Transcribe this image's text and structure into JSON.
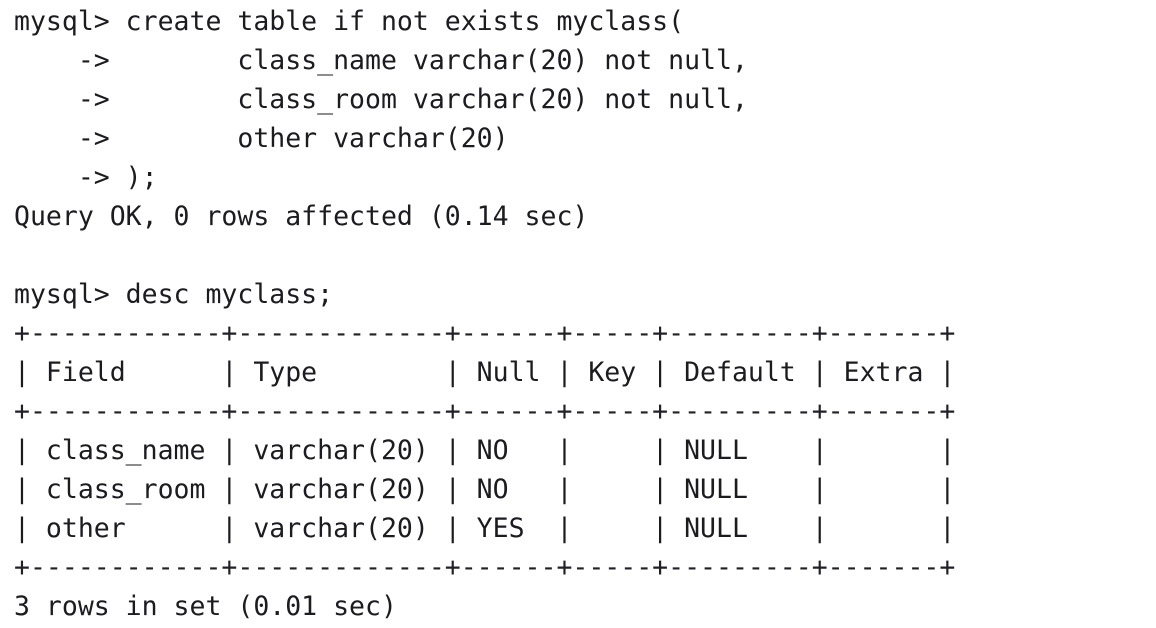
{
  "terminal": {
    "app": "mysql-client",
    "prompt": "mysql>",
    "background_color": "#ffffff",
    "text_color": "#1b1b20",
    "lines": [
      {
        "name": "command-create-table",
        "text": "mysql> create table if not exists myclass("
      },
      {
        "name": "continuation-class-name",
        "text": "    ->        class_name varchar(20) not null,"
      },
      {
        "name": "continuation-class-room",
        "text": "    ->        class_room varchar(20) not null,"
      },
      {
        "name": "continuation-other",
        "text": "    ->        other varchar(20)"
      },
      {
        "name": "continuation-close-paren",
        "text": "    -> );"
      },
      {
        "name": "result-query-ok",
        "text": "Query OK, 0 rows affected (0.14 sec)"
      },
      {
        "name": "blank-line",
        "text": ""
      },
      {
        "name": "command-desc-myclass",
        "text": "mysql> desc myclass;"
      },
      {
        "name": "table-rule-top",
        "text": "+------------+-------------+------+-----+---------+-------+"
      },
      {
        "name": "table-header-row",
        "text": "| Field      | Type        | Null | Key | Default | Extra |"
      },
      {
        "name": "table-rule-header",
        "text": "+------------+-------------+------+-----+---------+-------+"
      },
      {
        "name": "table-row-class-name",
        "text": "| class_name | varchar(20) | NO   |     | NULL    |       |"
      },
      {
        "name": "table-row-class-room",
        "text": "| class_room | varchar(20) | NO   |     | NULL    |       |"
      },
      {
        "name": "table-row-other",
        "text": "| other      | varchar(20) | YES  |     | NULL    |       |"
      },
      {
        "name": "table-rule-bottom",
        "text": "+------------+-------------+------+-----+---------+-------+"
      },
      {
        "name": "result-rows-in-set",
        "text": "3 rows in set (0.01 sec)"
      }
    ],
    "statements": {
      "create_table": "create table if not exists myclass(",
      "columns": [
        "class_name varchar(20) not null,",
        "class_room varchar(20) not null,",
        "other varchar(20)"
      ],
      "terminator": ");",
      "describe": "desc myclass;"
    },
    "results": {
      "query_ok": "Query OK, 0 rows affected (0.14 sec)",
      "query_ok_status": "Query OK",
      "rows_affected": "0",
      "create_duration": "0.14 sec",
      "rows_in_set": "3 rows in set (0.01 sec)",
      "row_count": "3",
      "desc_duration": "0.01 sec"
    },
    "describe_table": {
      "table_name": "myclass",
      "columns": [
        "Field",
        "Type",
        "Null",
        "Key",
        "Default",
        "Extra"
      ],
      "rows": [
        {
          "Field": "class_name",
          "Type": "varchar(20)",
          "Null": "NO",
          "Key": "",
          "Default": "NULL",
          "Extra": ""
        },
        {
          "Field": "class_room",
          "Type": "varchar(20)",
          "Null": "NO",
          "Key": "",
          "Default": "NULL",
          "Extra": ""
        },
        {
          "Field": "other",
          "Type": "varchar(20)",
          "Null": "YES",
          "Key": "",
          "Default": "NULL",
          "Extra": ""
        }
      ]
    }
  }
}
